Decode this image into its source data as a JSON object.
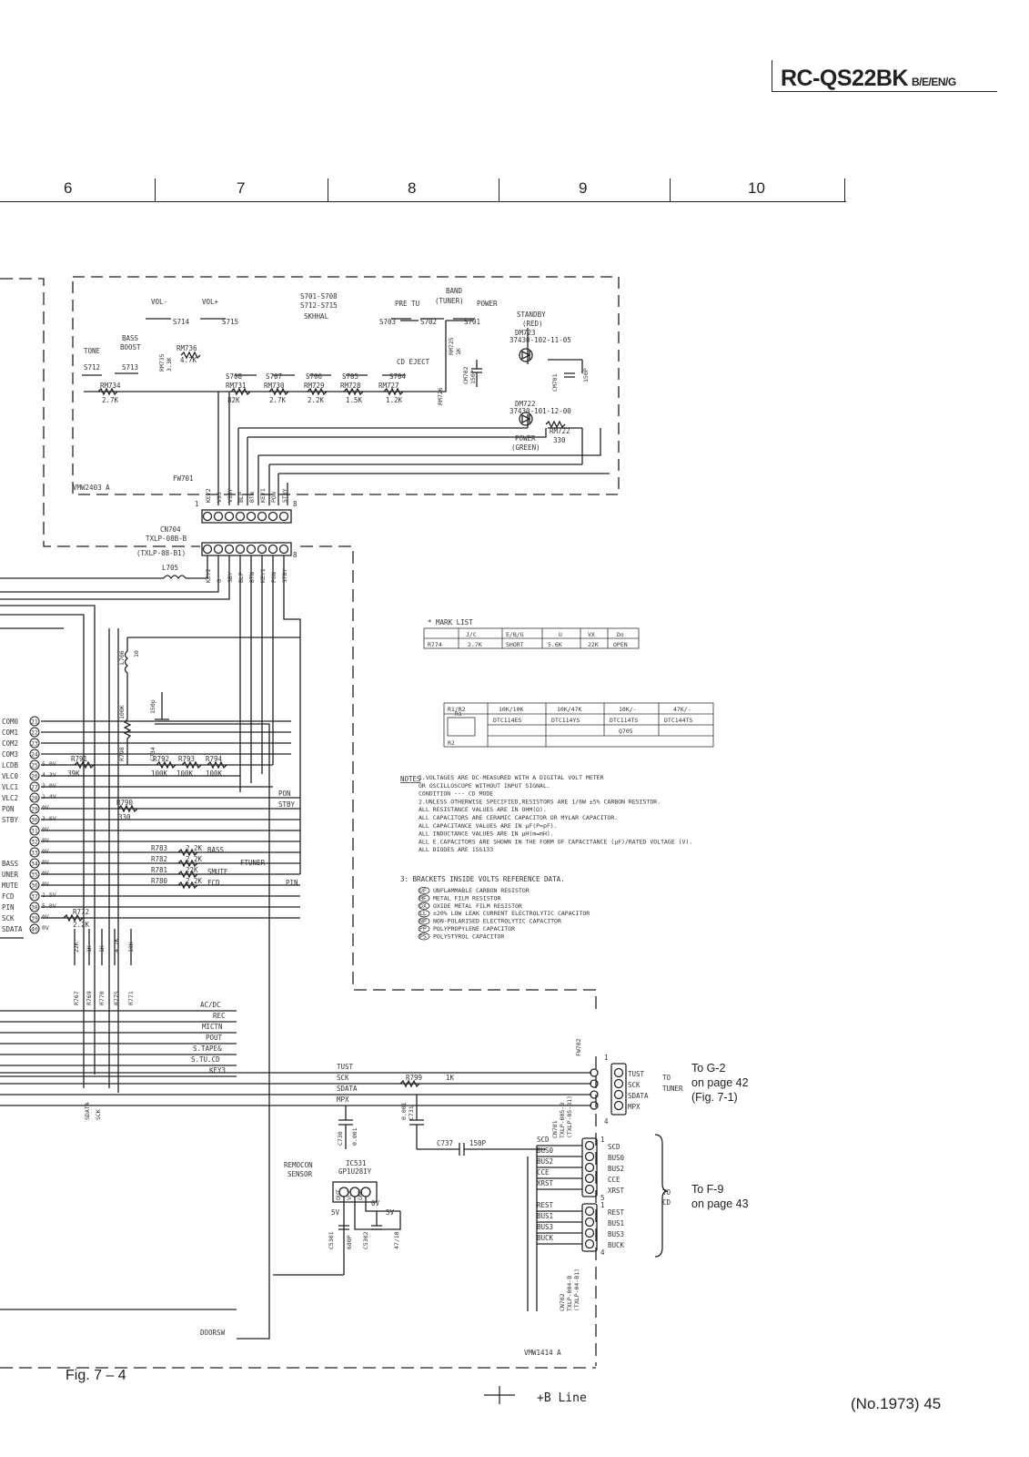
{
  "header": {
    "model": "RC-QS22BK",
    "suffix": "B/E/EN/G"
  },
  "ruler_columns": [
    "6",
    "7",
    "8",
    "9",
    "10"
  ],
  "footer": {
    "figure": "Fig. 7 – 4",
    "bline_label": "+B Line",
    "page": "(No.1973) 45"
  },
  "switch_board": {
    "board_code": "VMW2403 A",
    "switch_group": "S701-S708",
    "switch_group2": "S712-S715",
    "switch_type": "SKHHAL",
    "keys": [
      {
        "label": "VOL-",
        "ref": "S714"
      },
      {
        "label": "VOL+",
        "ref": "S715"
      },
      {
        "label": "TONE",
        "ref": "S712"
      },
      {
        "label": "BASS",
        "ref": "S713"
      },
      {
        "label": "PRE TU",
        "ref": "S703"
      },
      {
        "label": "BAND",
        "ref": "S702"
      },
      {
        "label": "POWER",
        "ref": "S701"
      },
      {
        "label": "CD EJECT",
        "ref": "S704"
      }
    ],
    "boost": "BOOST",
    "tuner": "(TUNER)",
    "transport_refs": [
      "S708",
      "S707",
      "S706",
      "S705"
    ],
    "resistors": [
      {
        "ref": "RM734",
        "val": "2.7K"
      },
      {
        "ref": "RM735",
        "val": "3.3K"
      },
      {
        "ref": "RM736",
        "val": "4.7K"
      },
      {
        "ref": "RM731",
        "val": "82K"
      },
      {
        "ref": "RM730",
        "val": "2.7K"
      },
      {
        "ref": "RM729",
        "val": "2.2K"
      },
      {
        "ref": "RM728",
        "val": "1.5K"
      },
      {
        "ref": "RM727",
        "val": "1.2K"
      },
      {
        "ref": "RM725",
        "val": "1K"
      },
      {
        "ref": "RM726",
        "val": ""
      },
      {
        "ref": "RM722",
        "val": "330"
      }
    ],
    "cm702": "CM702",
    "cm702_val": "150P",
    "cm701": "CM701",
    "cm701_val": "150P",
    "standby_led": {
      "label": "STANDBY",
      "color": "(RED)",
      "ref": "DM723",
      "part": "37430-102-11-05"
    },
    "power_led": {
      "label": "POWER",
      "color": "(GREEN)",
      "ref": "DM722",
      "part": "37430-101-12-00"
    },
    "fw701": "FW701",
    "fw701_pins": [
      "KEY2",
      "VSS",
      "VSBY",
      "BLP",
      "BTN",
      "KEY1",
      "PON",
      "STBY"
    ],
    "pin1": "1",
    "pin8": "8"
  },
  "cn704": {
    "ref": "CN704",
    "part": "TXLP-08B-B",
    "part2": "(TXLP-08-B1)",
    "pins": [
      "KEY2",
      "G",
      "SBY",
      "BLP",
      "BTN",
      "KEY1",
      "PON",
      "STBY"
    ],
    "pin8": "8"
  },
  "l705": "L705",
  "l706": {
    "ref": "L706",
    "val": "10"
  },
  "mark_list": {
    "title": "* MARK LIST",
    "headers": [
      "",
      "J/C",
      "E/B/G",
      "U",
      "VX",
      "Do"
    ],
    "row": [
      "R774",
      "2.7K",
      "SHORT",
      "5.6K",
      "22K",
      "OPEN"
    ]
  },
  "transistor_table": {
    "headers": [
      "R1/R2",
      "10K/10K",
      "10K/47K",
      "10K/-",
      "47K/-"
    ],
    "row1": [
      "DTC114ES",
      "DTC114YS",
      "DTC114TS",
      "DTC144TS"
    ],
    "row2": [
      "",
      "",
      "Q705",
      ""
    ],
    "r1": "R1",
    "r2": "R2"
  },
  "notes": {
    "title": "NOTES",
    "lines": [
      "1.VOLTAGES ARE DC-MEASURED WITH A DIGITAL VOLT METER",
      "  OR OSCILLOSCOPE WITHOUT INPUT SIGNAL.",
      "    CONDITION --- CD MODE",
      "2.UNLESS OTHERWISE SPECIFIED,RESISTORS ARE 1/6W ±5% CARBON RESISTOR.",
      "   ALL RESISTANCE VALUES ARE IN OHM(Ω).",
      "   ALL CAPACITORS ARE CERAMIC CAPACITOR OR MYLAR CAPACITOR.",
      "   ALL CAPACITANCE VALUES ARE IN μF(P=pF).",
      "   ALL INDUCTANCE VALUES ARE IN μH(m=mH).",
      "   ALL E.CAPACITORS ARE SHOWN IN THE FORM OF CAPACITANCE (μF)/RATED VOLTAGE (V).",
      "   ALL DIODES ARE 1SS133",
      "",
      "3: BRACKETS INSIDE VOLTS REFERENCE DATA."
    ],
    "legend": [
      {
        "code": "UF",
        "text": "UNFLAMMABLE CARBON RESISTOR"
      },
      {
        "code": "MF",
        "text": "METAL FILM RESISTOR"
      },
      {
        "code": "OX",
        "text": "OXIDE METAL FILM RESISTOR"
      },
      {
        "code": "LL",
        "text": "±20% LOW LEAK CURRENT ELECTROLYTIC CAPACITOR"
      },
      {
        "code": "NP",
        "text": "NON-POLARISED ELECTROLYTIC CAPACITOR"
      },
      {
        "code": "PP",
        "text": "POLYPROPYLENE CAPACITOR"
      },
      {
        "code": "PS",
        "text": "POLYSTYROL CAPACITOR"
      }
    ]
  },
  "ic_pins": [
    {
      "name": "COM0",
      "pin": "21",
      "v": ""
    },
    {
      "name": "COM1",
      "pin": "22",
      "v": ""
    },
    {
      "name": "COM2",
      "pin": "23",
      "v": ""
    },
    {
      "name": "COM3",
      "pin": "24",
      "v": ""
    },
    {
      "name": "LCDB",
      "pin": "25",
      "v": "5.0V"
    },
    {
      "name": "VLC0",
      "pin": "26",
      "v": "4.3V"
    },
    {
      "name": "VLC1",
      "pin": "27",
      "v": "3.0V"
    },
    {
      "name": "VLC2",
      "pin": "28",
      "v": "1.4V"
    },
    {
      "name": "PON",
      "pin": "29",
      "v": "0V"
    },
    {
      "name": "STBY",
      "pin": "30",
      "v": "3.6V"
    },
    {
      "name": "",
      "pin": "31",
      "v": "0V"
    },
    {
      "name": "",
      "pin": "32",
      "v": "0V"
    },
    {
      "name": "",
      "pin": "33",
      "v": "0V"
    },
    {
      "name": "BASS",
      "pin": "34",
      "v": "0V"
    },
    {
      "name": "UNER",
      "pin": "35",
      "v": "0V"
    },
    {
      "name": "MUTE",
      "pin": "36",
      "v": "0V"
    },
    {
      "name": "FCD",
      "pin": "37",
      "v": "1.5V"
    },
    {
      "name": "PIN",
      "pin": "38",
      "v": "5.0V"
    },
    {
      "name": "SCK",
      "pin": "39",
      "v": "0V"
    },
    {
      "name": "SDATA",
      "pin": "40",
      "v": "0V"
    }
  ],
  "main_parts": {
    "r791": "R791",
    "r791v": "39K",
    "r798": "R798",
    "r798v": "100K",
    "c734": "C734",
    "c734v": "150p",
    "r792": "R792",
    "r792v": "100K",
    "r793": "R793",
    "r793v": "100K",
    "r794": "R794",
    "r794v": "100K",
    "r790": "R790",
    "r790v": "330",
    "r783": "R783",
    "r783v": "2.2K",
    "r782": "R782",
    "r782v": "2.2K",
    "r781": "R781",
    "r781v": "22K",
    "r780": "R780",
    "r780v": "2.2K",
    "r772": "R772",
    "r772v": "2.2K",
    "ftuner": "FTUNER",
    "sigs": [
      "BASS",
      "SMUTE",
      "FCD",
      "PON",
      "STBY",
      "PIN"
    ],
    "vert_res": [
      {
        "ref": "R767",
        "val": "22K"
      },
      {
        "ref": "R769",
        "val": "1K"
      },
      {
        "ref": "R770",
        "val": "1K"
      },
      {
        "ref": "R775",
        "val": "4.7K"
      },
      {
        "ref": "R771",
        "val": "10K"
      }
    ],
    "bus_sigs": [
      "AC/DC",
      "REC",
      "MICTN",
      "POUT",
      "S.TAPE&",
      "S.TU.CD",
      "KEY3"
    ],
    "sdata_v": "SDATA",
    "sck_v": "SCK",
    "tuner_lines": [
      "TUST",
      "SCK",
      "SDATA",
      "MPX"
    ],
    "r799": "R799",
    "r799v": "1K",
    "c730": "C730",
    "c730v": "0.001",
    "c731": "C731",
    "c731v": "0.001",
    "c737": "C737",
    "c737v": "150P",
    "doorsw": "DOORSW",
    "board2": "VMW1414 A"
  },
  "remocon": {
    "label1": "REMOCON",
    "label2": "SENSOR",
    "ic": "IC531",
    "part": "GP1U28IY",
    "pins": [
      "OUT",
      "VCC",
      "GND"
    ],
    "pin_nums": [
      "1",
      "2",
      "3"
    ],
    "v5": "5V",
    "v0": "0V",
    "v5b": "5V",
    "c5301": "C5301",
    "c5301v": "680P",
    "c5302": "C5302",
    "c5302v": "47/10"
  },
  "fw702": {
    "ref": "FW702",
    "pins": [
      "TUST",
      "SCK",
      "SDATA",
      "MPX"
    ],
    "pin1": "1",
    "pin4": "4",
    "to": "TO",
    "tuner": "TUNER",
    "dest1": "To G-2",
    "dest2": "on page 42",
    "dest3": "(Fig. 7-1)"
  },
  "cn701": {
    "ref": "CN701",
    "part": "TXLP-005-B",
    "part2": "(TXLP-05-B1)",
    "pins": [
      "SCD",
      "BUS0",
      "BUS2",
      "CCE",
      "XRST"
    ],
    "pin1": "1",
    "pin5": "5"
  },
  "cn702": {
    "ref": "CN702",
    "part": "TXLP-004-B",
    "part2": "(TXLP-04-B1)",
    "pins": [
      "REST",
      "BUS1",
      "BUS3",
      "BUCK"
    ],
    "pin1": "1",
    "pin4": "4"
  },
  "cd_dest": {
    "to": "TO",
    "cd": "CD",
    "dest1": "To F-9",
    "dest2": "on page 43"
  }
}
